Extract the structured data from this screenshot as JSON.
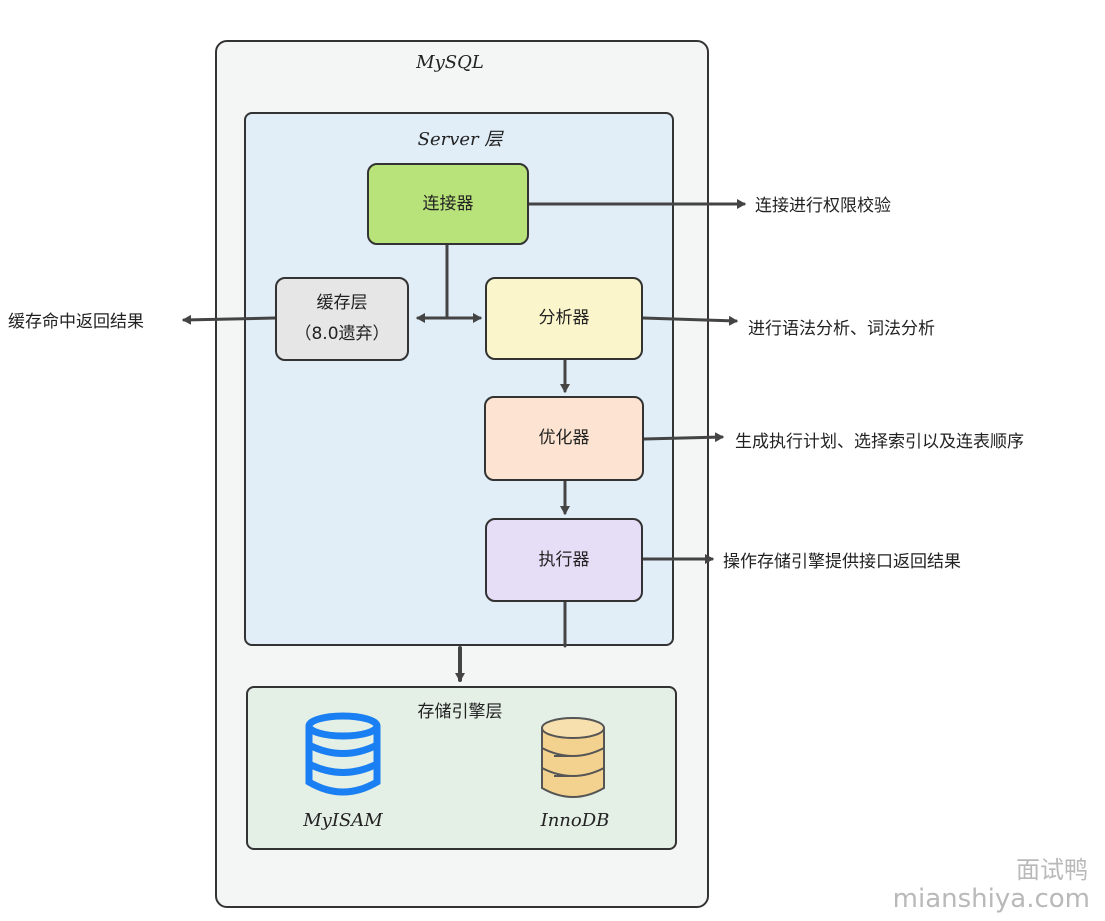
{
  "mysql": {
    "title": "MySQL"
  },
  "server": {
    "title": "Server 层",
    "connector": "连接器",
    "cache": {
      "line1": "缓存层",
      "line2": "（8.0遗弃）"
    },
    "analyzer": "分析器",
    "optimizer": "优化器",
    "executor": "执行器"
  },
  "storage": {
    "title": "存储引擎层",
    "engines": [
      {
        "name": "MyISAM",
        "icon": "database-icon",
        "color": "#1a7ff2"
      },
      {
        "name": "InnoDB",
        "icon": "database-icon",
        "color": "#f3d28f"
      }
    ]
  },
  "annotations": {
    "connector": "连接进行权限校验",
    "cache": "缓存命中返回结果",
    "analyzer": "进行语法分析、词法分析",
    "optimizer": "生成执行计划、选择索引以及连表顺序",
    "executor": "操作存储引擎提供接口返回结果"
  },
  "colors": {
    "connector": "#b8e27a",
    "cache": "#e6e6e6",
    "analyzer": "#fbf5cc",
    "optimizer": "#fde4d2",
    "executor": "#e6ddf6",
    "server_bg": "#e1edf7",
    "storage_bg": "#e4efe6"
  },
  "watermark": {
    "name": "面试鸭",
    "url": "mianshiya.com"
  }
}
